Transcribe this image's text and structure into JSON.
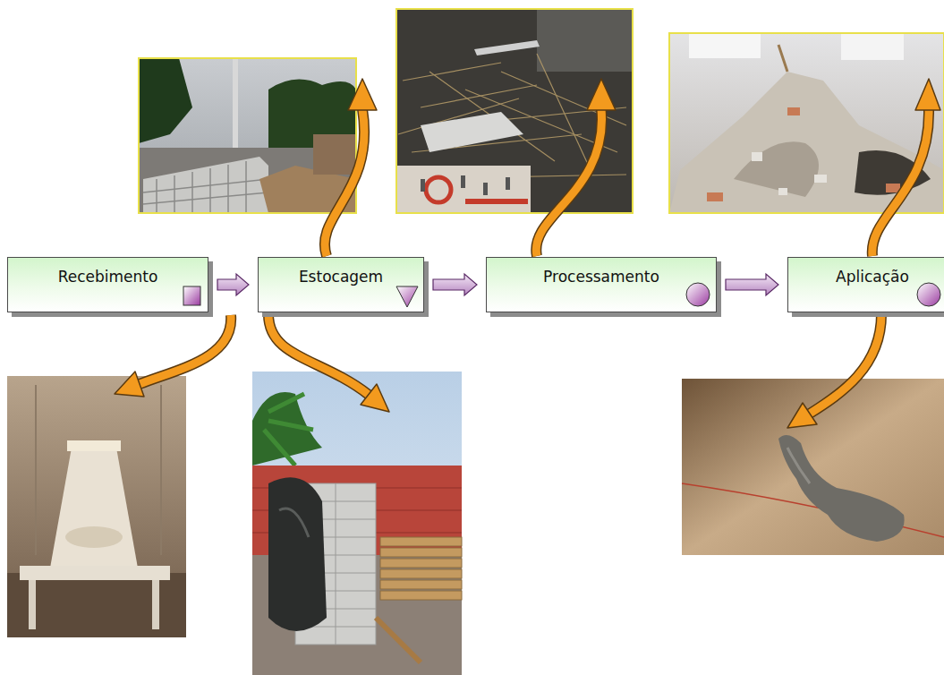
{
  "diagram": {
    "nodes": [
      {
        "text": [
          "Recebimento"
        ]
      },
      {
        "text": [
          "Estocagem"
        ]
      },
      {
        "text": [
          "Processamento"
        ]
      },
      {
        "text": [
          "Aplicação"
        ]
      }
    ],
    "edges": [
      {
        "from": 0,
        "to": 1,
        "arrow": "to"
      },
      {
        "from": 1,
        "to": 2,
        "arrow": "to"
      },
      {
        "from": 2,
        "to": 3,
        "arrow": "to"
      }
    ]
  }
}
